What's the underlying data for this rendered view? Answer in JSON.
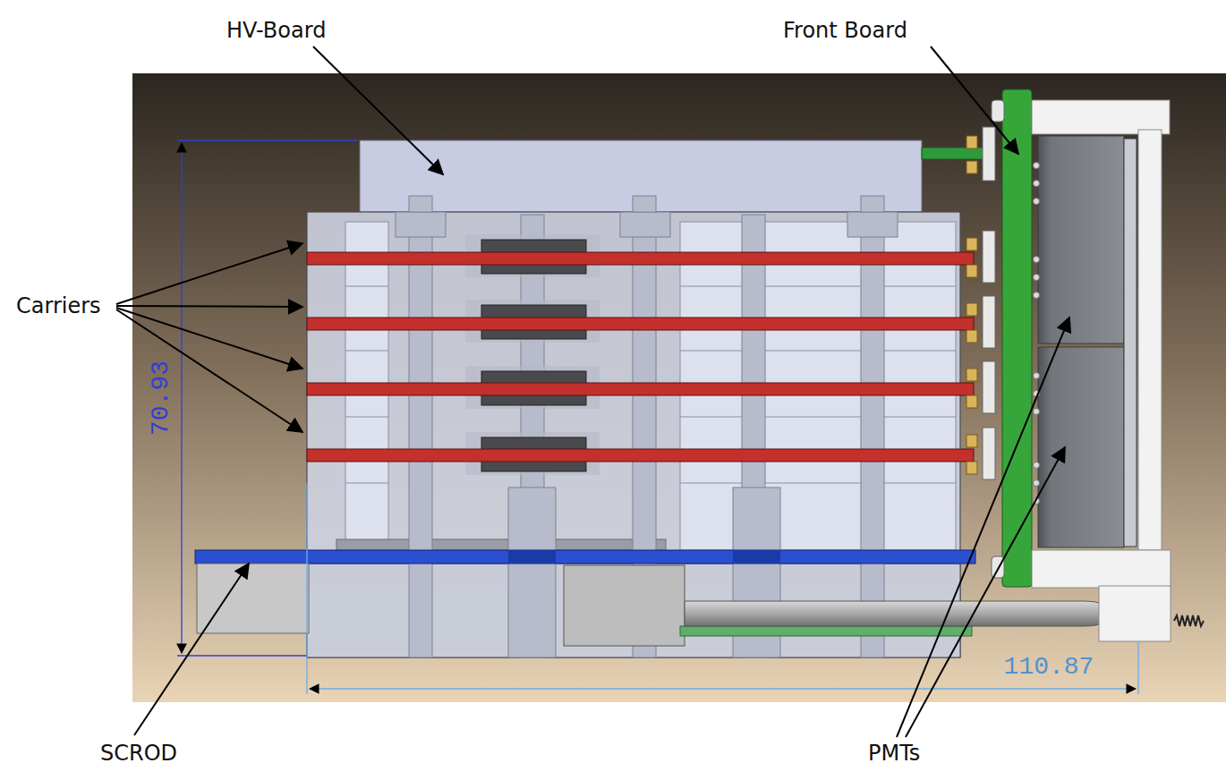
{
  "diagram": {
    "labels": [
      "HV-Board",
      "Front Board",
      "Carriers",
      "70.93",
      "110.87",
      "SCROD",
      "PMTs"
    ]
  }
}
